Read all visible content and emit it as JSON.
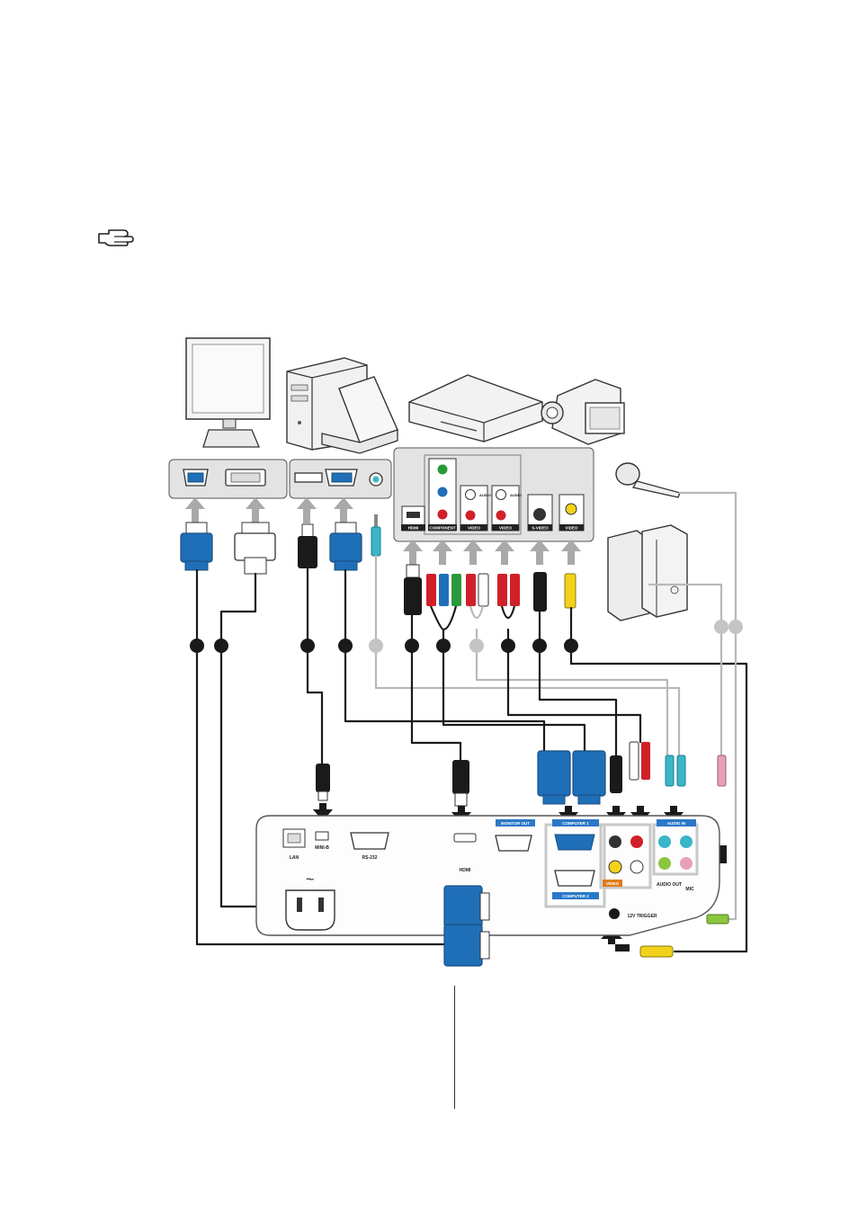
{
  "colors": {
    "vga_blue": "#1f6fb8",
    "cable_black": "#1a1a1a",
    "cable_gray": "#b8b8b8",
    "arrow_gray": "#a9a9a9",
    "panel_gray": "#e3e3e3",
    "label_blue": "#2a78c8",
    "label_orange": "#e07b1a",
    "rca_red": "#d0202a",
    "rca_green": "#2b9a3a",
    "rca_yellow": "#f2d21a",
    "jack_cyan": "#39b6c8",
    "jack_pink": "#e7a0b8",
    "jack_green": "#8cc63f"
  },
  "icons": [
    "note-hand-icon",
    "monitor-icon",
    "desktop-computer-icon",
    "notebook-icon",
    "av-player-icon",
    "camcorder-icon",
    "microphone-icon",
    "speakers-icon"
  ],
  "device_ports": {
    "component": "COMPONENT",
    "hdmi": "HDMI",
    "video_a": "VIDEO",
    "video_b": "VIDEO",
    "s_video": "S-VIDEO",
    "video_c": "VIDEO",
    "audio_a": "AUDIO",
    "audio_b": "AUDIO"
  },
  "projector_ports": {
    "lan": "LAN",
    "mini_b": "MINI-B",
    "rs232": "RS-232",
    "hdmi": "HDMI",
    "monitor_out": "MONITOR OUT",
    "computer_1": "COMPUTER 1",
    "computer_2": "COMPUTER 2",
    "video": "VIDEO",
    "audio_in": "AUDIO IN",
    "audio_out": "AUDIO OUT",
    "mic": "MIC",
    "dc_trigger": "12V TRIGGER"
  }
}
